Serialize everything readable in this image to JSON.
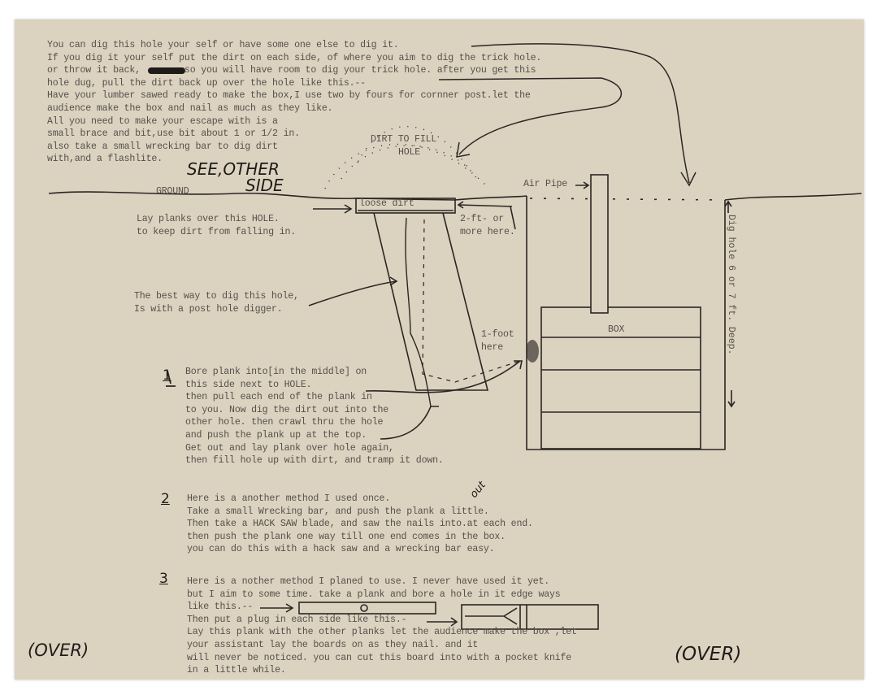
{
  "intro_lines": [
    "You can dig this hole your self or have some one else to dig it.",
    "If you dig it your self put the dirt on each side, of where you aim to dig the trick hole.",
    "or throw it back,        so you will have room to dig your trick hole. after you get this",
    "hole dug, pull the dirt back up over the hole like this.--",
    "Have your lumber sawed ready to make the box,I use two by fours for cornner post.let the",
    "audience make the box and nail as much as they like.",
    "All you need to make your escape with is a",
    "small brace and bit,use bit about 1 or 1/2 in.",
    "also take a small wrecking bar to dig dirt",
    "with,and a flashlite."
  ],
  "diagram": {
    "see_other_side": [
      "SEE,OTHER",
      "SIDE"
    ],
    "dirt_to_fill": [
      "DIRT TO FILL",
      "HOLE"
    ],
    "ground": "GROUND",
    "loose_dirt": "loose dirt",
    "air_pipe": "Air Pipe",
    "two_ft": [
      "2-ft- or",
      "more here."
    ],
    "lay_planks": [
      "Lay planks over this HOLE.",
      "to keep dirt from falling in."
    ],
    "best_way": [
      "The best way to dig this hole,",
      "Is with a post hole digger."
    ],
    "one_foot": [
      "1-foot",
      "here"
    ],
    "box": "BOX",
    "dig_hole": "Dig hole 6 or 7 ft. Deep."
  },
  "methods": [
    {
      "number": "1",
      "lines": [
        "Bore plank into[in the middle] on",
        "this side next to HOLE.",
        "then pull each end of the plank in",
        "to you. Now dig the dirt out into the",
        "other hole. then crawl thru the hole",
        "and push the plank up at the top.",
        "Get out and lay plank over hole again,",
        "then fill hole up with dirt, and tramp it down."
      ]
    },
    {
      "number": "2",
      "lines": [
        "Here is a another method I used once.",
        "Take a small Wrecking bar, and push the plank a little.",
        "Then take a HACK SAW blade, and saw the nails into.at each end.",
        "then push the plank one way till one end comes in the box.",
        "you can do this with a hack saw and a wrecking bar easy."
      ],
      "handwritten_insert": "out"
    },
    {
      "number": "3",
      "lines": [
        "Here is a nother method I planed to use. I never have used it yet.",
        "but I aim to some time. take a plank and bore a hole in it edge ways",
        "like this.--",
        "Then put a plug in each side like this.-",
        "Lay this plank with the other planks let the audience make the box ,let",
        "your assistant lay the boards on as they nail. and it",
        "will never be noticed. you can cut this board into with a pocket knife",
        "in a little while."
      ]
    }
  ],
  "over_left": "(OVER)",
  "over_right": "(OVER)",
  "colors": {
    "paper": "#dcd2c0",
    "ink": "#1e1b19",
    "type": "#55504a"
  }
}
